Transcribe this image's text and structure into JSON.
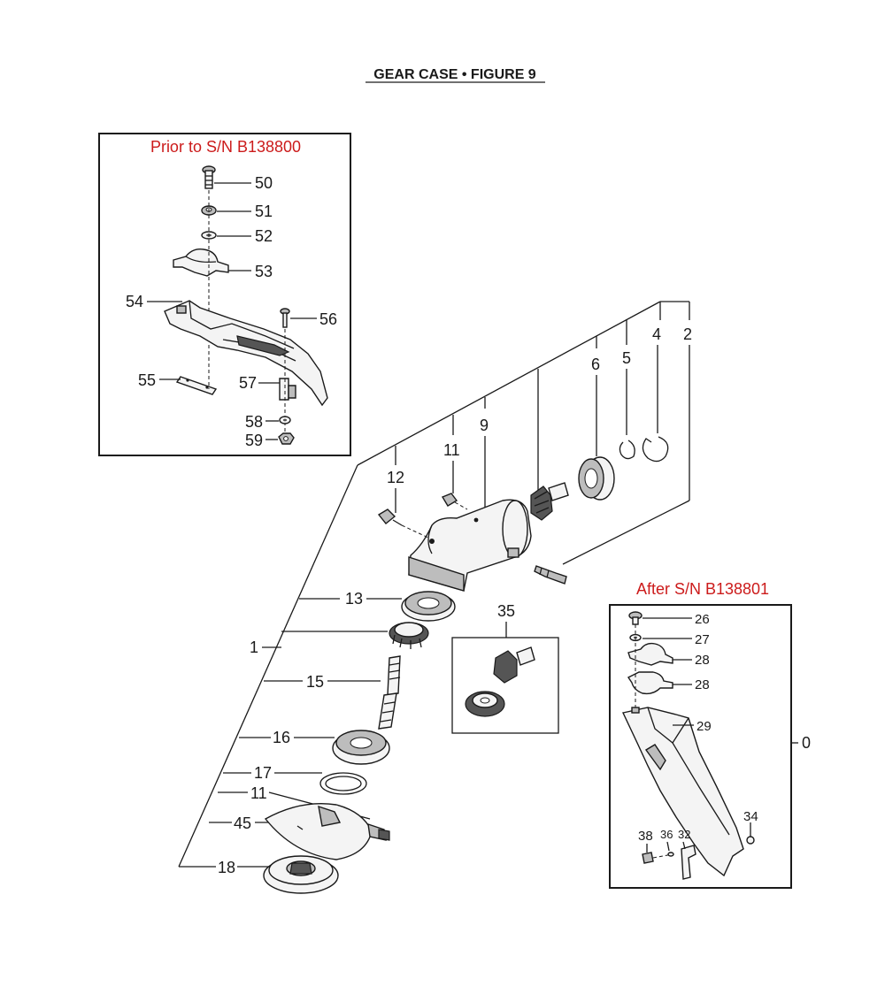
{
  "title": "GEAR CASE  •  FIGURE 9",
  "insets": {
    "prior": {
      "caption": "Prior to S/N B138800"
    },
    "after": {
      "caption": "After S/N B138801"
    }
  },
  "labels": {
    "l50": "50",
    "l51": "51",
    "l52": "52",
    "l53": "53",
    "l54": "54",
    "l55": "55",
    "l56": "56",
    "l57": "57",
    "l58": "58",
    "l59": "59",
    "l2": "2",
    "l4": "4",
    "l5": "5",
    "l6": "6",
    "l9": "9",
    "l11a": "11",
    "l12": "12",
    "l13": "13",
    "l1": "1",
    "l15": "15",
    "l16": "16",
    "l17": "17",
    "l11b": "11",
    "l45": "45",
    "l18": "18",
    "l35": "35",
    "l26": "26",
    "l27": "27",
    "l28a": "28",
    "l28b": "28",
    "l29": "29",
    "l0": "0",
    "l34": "34",
    "l38": "38",
    "l36": "36",
    "l32": "32"
  }
}
